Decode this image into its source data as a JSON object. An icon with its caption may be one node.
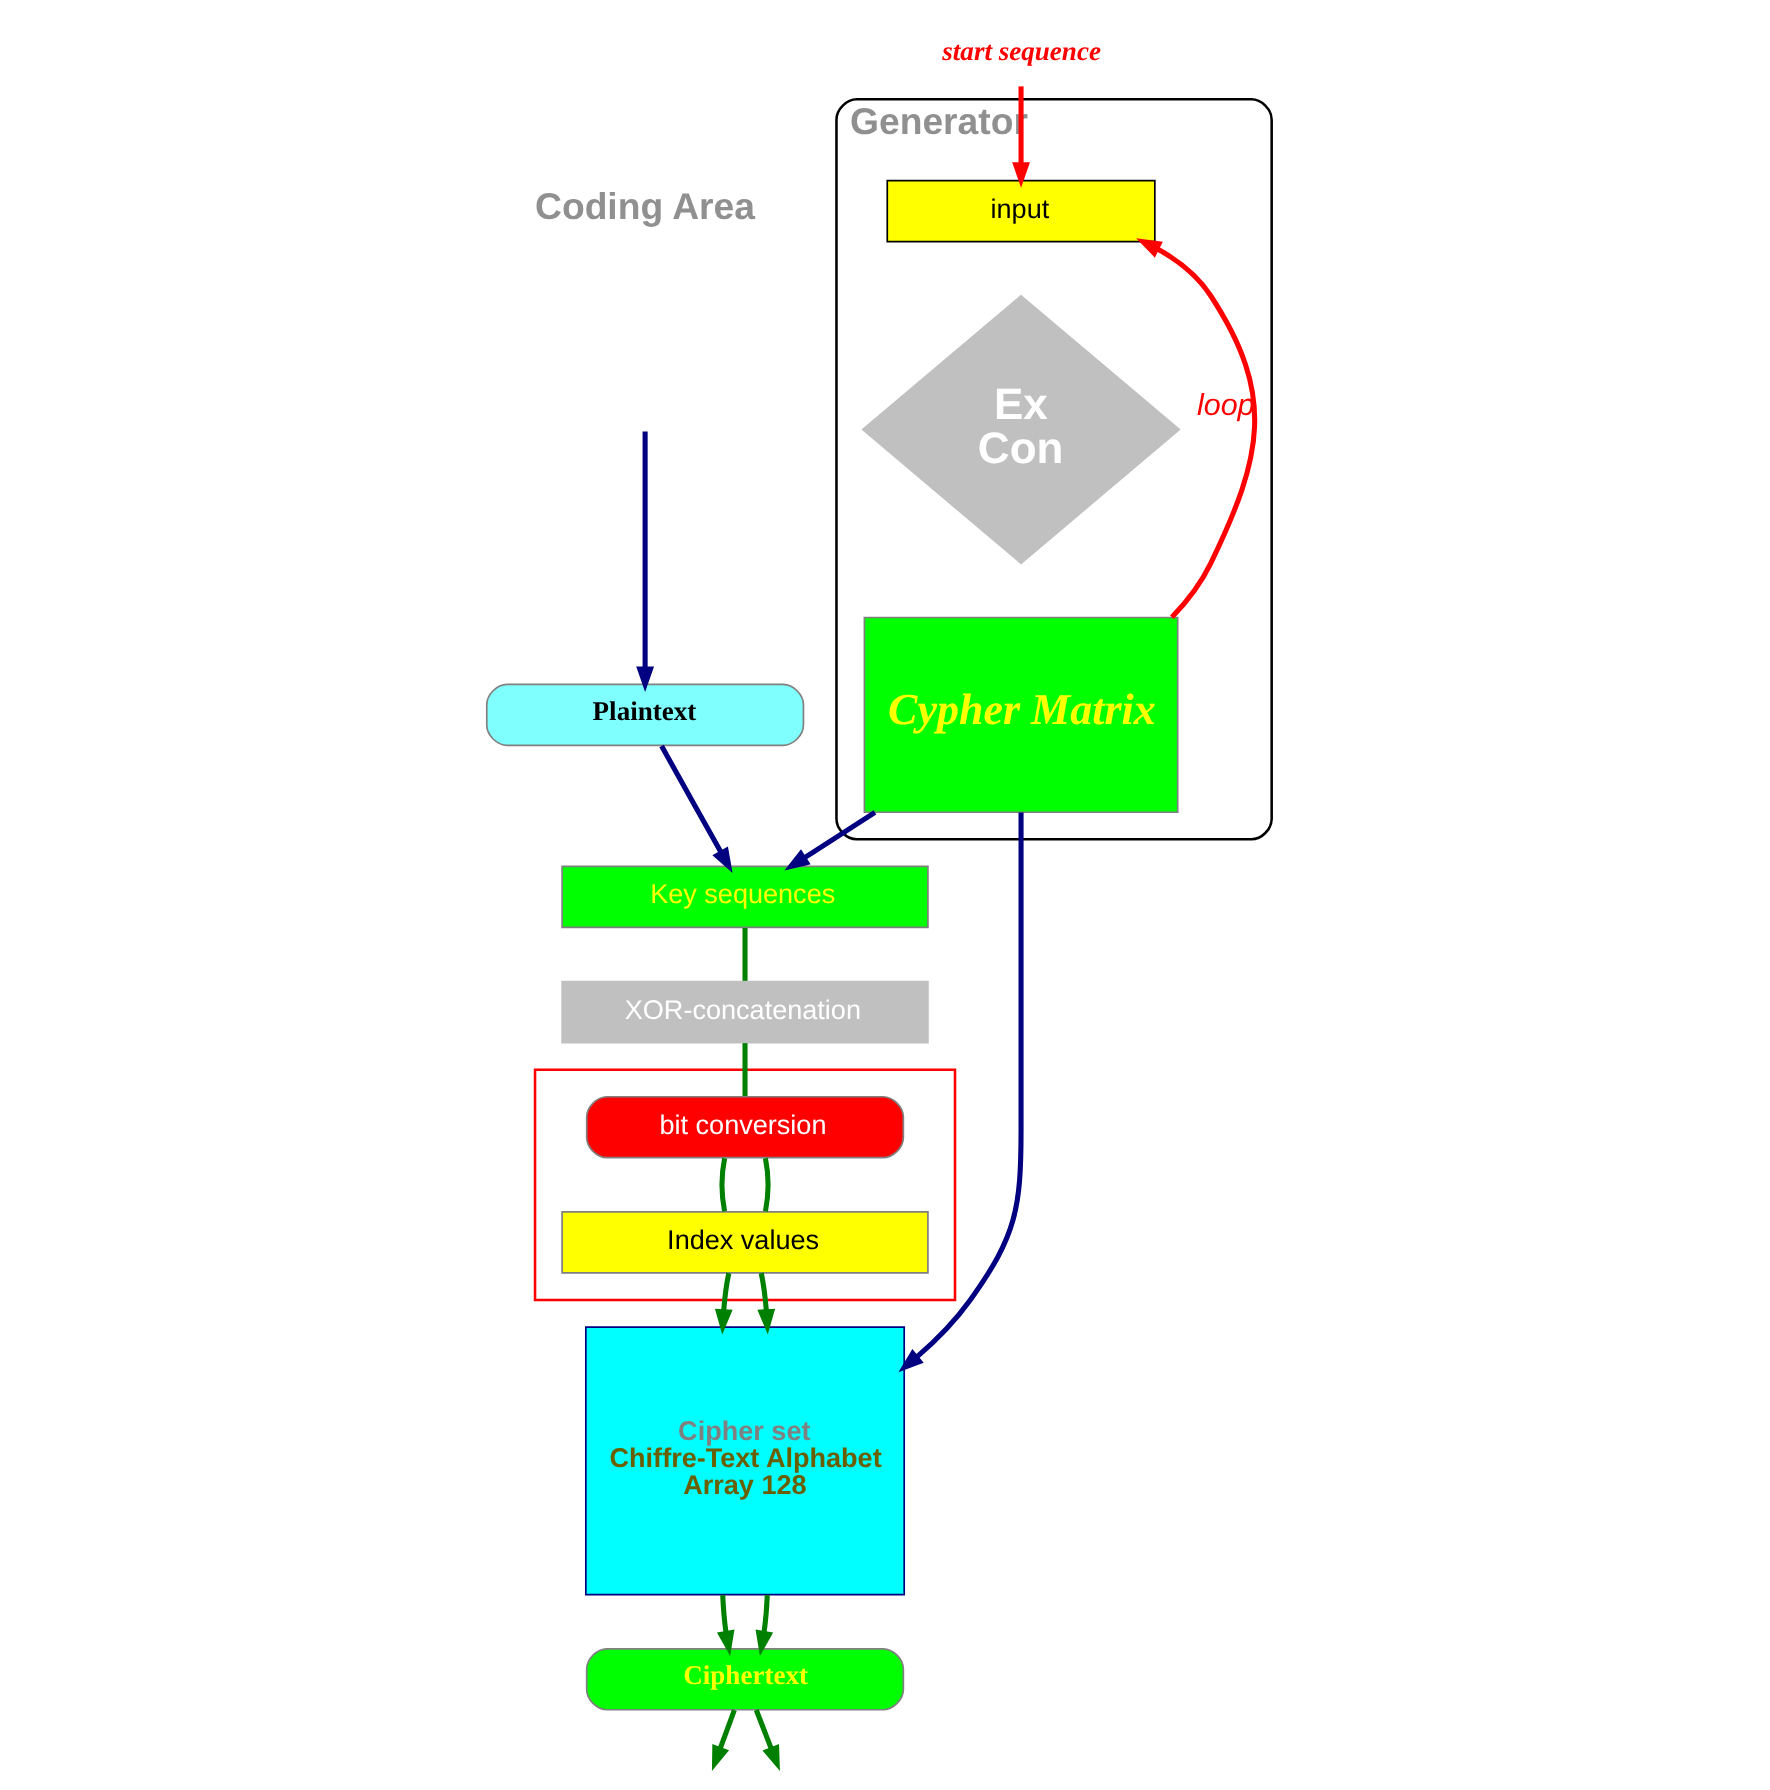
{
  "diagram": {
    "nodes": [
      {
        "text": [
          "Generator"
        ]
      },
      {
        "text": [
          "start sequence"
        ]
      },
      {
        "text": [
          "input"
        ],
        "in": 0
      },
      {
        "text": [
          "Ex",
          "Con"
        ],
        "in": 0
      },
      {
        "text": [
          "Cypher Matrix"
        ],
        "in": 0
      },
      {
        "text": [
          "Plaintext"
        ]
      },
      {
        "text": [
          "Key sequences"
        ]
      },
      {
        "text": [
          "XOR-concatenation"
        ]
      },
      {
        "text": [],
        "shape": "box"
      },
      {
        "text": [
          "bit conversion"
        ],
        "in": 8
      },
      {
        "text": [
          "Index values"
        ],
        "in": 8
      },
      {
        "text": [
          "Cipher set",
          "Chiffre-Text Alphabet",
          "Array 128"
        ]
      },
      {
        "text": [
          "Ciphertext"
        ]
      }
    ],
    "edges": [
      {
        "from": null,
        "to": 5,
        "arrow": "to",
        "color": "#000080"
      },
      {
        "from": 5,
        "to": 6,
        "arrow": "to",
        "color": "#000080"
      },
      {
        "from": 1,
        "to": 2,
        "arrow": "to",
        "color": "#ff0000"
      },
      {
        "from": 4,
        "to": 2,
        "arrow": "to",
        "label": "loop",
        "color": "#ff0000"
      },
      {
        "from": 4,
        "to": 6,
        "arrow": "to",
        "color": "#000080"
      },
      {
        "from": 4,
        "to": 11,
        "arrow": "to",
        "color": "#000080"
      },
      {
        "from": 6,
        "to": 7,
        "arrow": "none"
      },
      {
        "from": 7,
        "to": 9,
        "arrow": "none"
      },
      {
        "from": 9,
        "to": 10,
        "arrow": "none"
      },
      {
        "from": 9,
        "to": 10,
        "arrow": "none"
      },
      {
        "from": 10,
        "to": 11,
        "arrow": "to"
      },
      {
        "from": 10,
        "to": 11,
        "arrow": "to"
      },
      {
        "from": 11,
        "to": 12,
        "arrow": "to"
      },
      {
        "from": 11,
        "to": 12,
        "arrow": "to"
      },
      {
        "from": 12,
        "to": null,
        "arrow": "to"
      },
      {
        "from": 12,
        "to": null,
        "arrow": "to"
      }
    ],
    "labels": [
      "Coding Area"
    ]
  }
}
